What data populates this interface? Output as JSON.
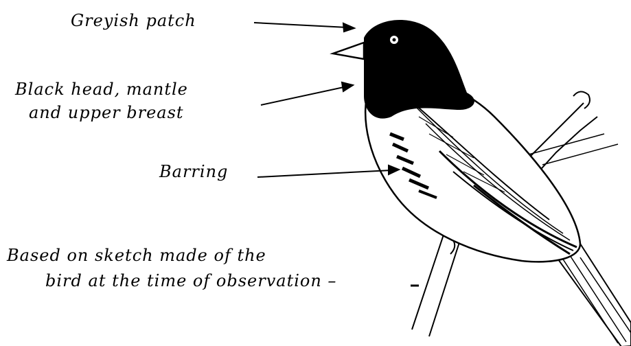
{
  "labels": {
    "greyish_patch": "Greyish patch",
    "black_head_line1": "Black head, mantle",
    "black_head_line2": "and upper breast",
    "barring": "Barring",
    "note_line1": "Based on sketch made of the",
    "note_line2": "bird at the time of observation –"
  },
  "colors": {
    "ink": "#000000",
    "paper": "#ffffff"
  }
}
